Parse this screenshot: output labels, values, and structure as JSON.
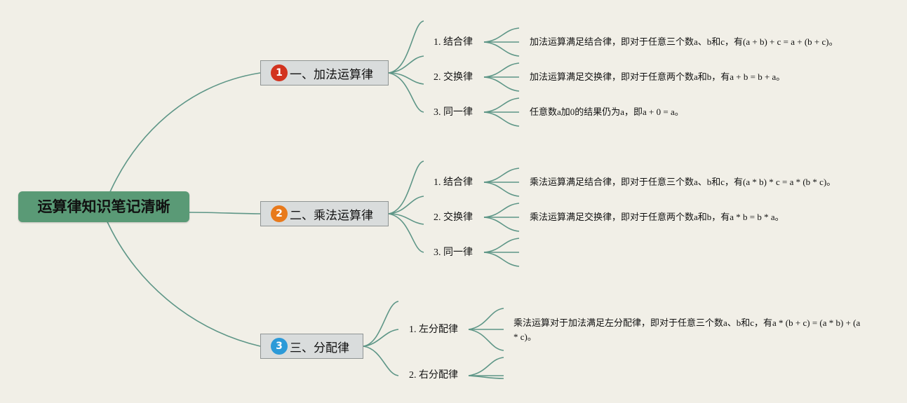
{
  "title": "运算律知识笔记清晰",
  "colors": {
    "background": "#f1efe7",
    "root": "#5a9a76",
    "line": "#5e9687",
    "branch_box": "#d9dcdc",
    "badge_1": "#d2331f",
    "badge_2": "#e87a1c",
    "badge_3": "#2c9ad8"
  },
  "branches": [
    {
      "badge": "1",
      "label": "一、加法运算律",
      "items": [
        {
          "label": "1. 结合律",
          "desc": "加法运算满足结合律，即对于任意三个数a、b和c，有(a + b) + c = a + (b + c)。"
        },
        {
          "label": "2. 交换律",
          "desc": "加法运算满足交换律，即对于任意两个数a和b，有a + b = b + a。"
        },
        {
          "label": "3. 同一律",
          "desc": "任意数a加0的结果仍为a，即a + 0 = a。"
        }
      ]
    },
    {
      "badge": "2",
      "label": "二、乘法运算律",
      "items": [
        {
          "label": "1. 结合律",
          "desc": "乘法运算满足结合律，即对于任意三个数a、b和c，有(a * b) * c = a * (b * c)。"
        },
        {
          "label": "2. 交换律",
          "desc": "乘法运算满足交换律，即对于任意两个数a和b，有a * b = b * a。"
        },
        {
          "label": "3. 同一律",
          "desc": ""
        }
      ]
    },
    {
      "badge": "3",
      "label": "三、分配律",
      "items": [
        {
          "label": "1. 左分配律",
          "desc": "乘法运算对于加法满足左分配律，即对于任意三个数a、b和c，有a * (b + c) = (a * b) + (a * c)。"
        },
        {
          "label": "2. 右分配律",
          "desc": ""
        }
      ]
    }
  ]
}
